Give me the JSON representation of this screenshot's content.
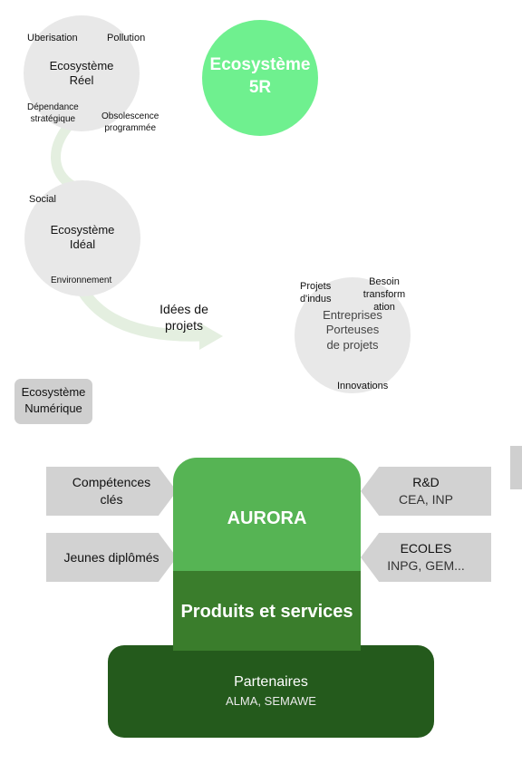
{
  "ecosystem_reel": {
    "title_line1": "Ecosystème",
    "title_line2": "Réel",
    "label_uberisation": "Uberisation",
    "label_pollution": "Pollution",
    "label_dependance_1": "Dépendance",
    "label_dependance_2": "stratégique",
    "label_obsolescence_1": "Obsolescence",
    "label_obsolescence_2": "programmée"
  },
  "ecosystem_5r": {
    "line1": "Ecosystème",
    "line2": "5R",
    "color": "#6ff08f"
  },
  "ecosystem_ideal": {
    "title_line1": "Ecosystème",
    "title_line2": "Idéal",
    "label_social": "Social",
    "label_environnement": "Environnement"
  },
  "idees_projets": {
    "line1": "Idées de",
    "line2": "projets"
  },
  "entreprises": {
    "line1": "Entreprises",
    "line2": "Porteuses",
    "line3": "de projets",
    "label_projets_indus_1": "Projets",
    "label_projets_indus_2": "d'indus",
    "label_besoin_1": "Besoin",
    "label_besoin_2": "transform",
    "label_besoin_3": "ation",
    "label_innovations": "Innovations"
  },
  "numerique": {
    "line1": "Ecosystème",
    "line2": "Numérique"
  },
  "left_inputs": [
    {
      "line1": "Compétences",
      "line2": "clés"
    },
    {
      "line1": "Jeunes diplômés"
    }
  ],
  "right_inputs": [
    {
      "title": "R&D",
      "sub": "CEA, INP"
    },
    {
      "title": "ECOLES",
      "sub": "INPG, GEM..."
    }
  ],
  "aurora": {
    "label": "AURORA",
    "color": "#56b454"
  },
  "produits": {
    "label": "Produits et services",
    "color": "#3a7d2c"
  },
  "partenaires": {
    "title": "Partenaires",
    "sub": "ALMA, SEMAWE",
    "color": "#245a1c"
  }
}
